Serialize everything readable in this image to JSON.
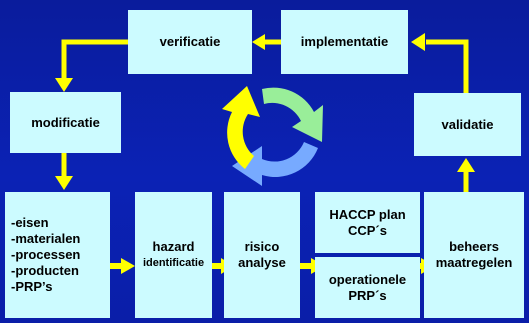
{
  "boxes": {
    "verificatie": "verificatie",
    "implementatie": "implementatie",
    "modificatie": "modificatie",
    "validatie": "validatie",
    "inputs": [
      "-eisen",
      "-materialen",
      "-processen",
      "-producten",
      "-PRP’s"
    ],
    "hazard": "hazard",
    "identificatie": "identificatie",
    "risico": "risico",
    "analyse": "analyse",
    "haccp_line1": "HACCP plan",
    "haccp_line2": "CCP´s",
    "operationele_line1": "operationele",
    "operationele_line2": "PRP´s",
    "beheers_line1": "beheers",
    "beheers_line2": "maatregelen"
  },
  "colors": {
    "background": "#0b22b5",
    "box_fill": "#ccfbff",
    "arrow": "#ffff00",
    "cycle_yellow": "#ffff00",
    "cycle_green": "#99ee99",
    "cycle_blue": "#77aaff"
  }
}
